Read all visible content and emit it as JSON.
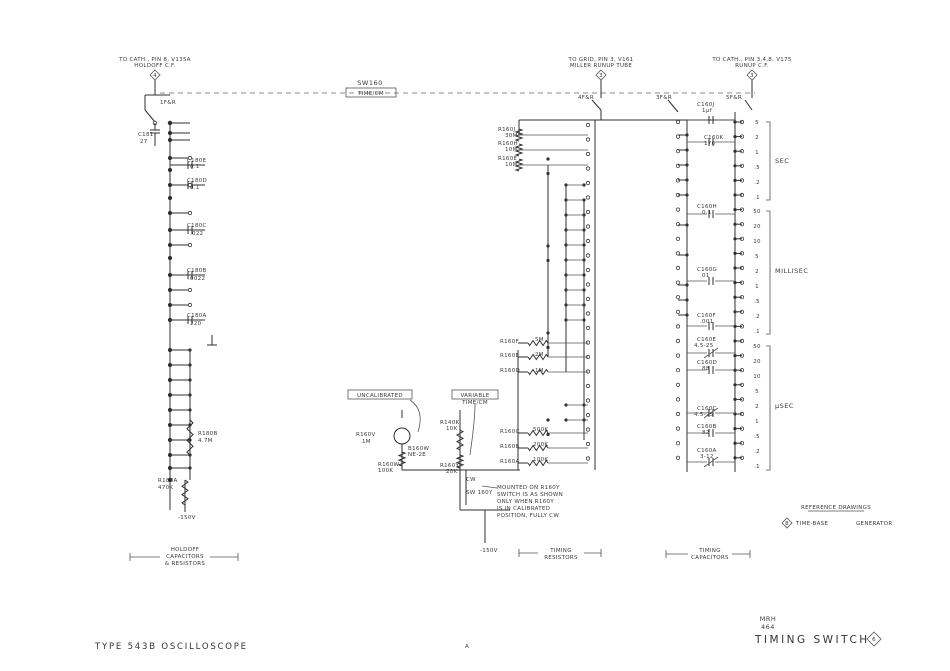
{
  "top_refs": {
    "left_title": "TO CATH., PIN 8, V135A",
    "left_sub": "HOLDOFF C.F.",
    "left_marker": "4",
    "mid_title": "TO GRID, PIN 3, V161",
    "mid_sub": "MILLER RUNUP TUBE",
    "mid_marker": "3",
    "right_title": "TO CATH., PIN 3,4,8, V175",
    "right_sub": "RUNUP C.F.",
    "right_marker": "3"
  },
  "switch": {
    "name": "SW160",
    "label": "TIME/CM",
    "wafer_1fr": "1F&R",
    "wafer_4fr": "4F&R",
    "wafer_3fr": "3F&R",
    "wafer_5fr": "5F&R",
    "sw_off": "SW 160Y"
  },
  "holdoff": {
    "c181_name": "C181",
    "c181_val": "27",
    "caps": [
      {
        "name": "C180E",
        "value": "0.1"
      },
      {
        "name": "C180D",
        "value": "0.1"
      },
      {
        "name": "C180C",
        "value": ".022"
      },
      {
        "name": "C180B",
        "value": ".0022"
      },
      {
        "name": "C180A",
        "value": "220"
      }
    ],
    "r180b_name": "R180B",
    "r180b_val": "4.7M",
    "r180a_name": "R180A",
    "r180a_val": "470K",
    "supply": "-150V",
    "group_line1": "HOLDOFF",
    "group_line2": "CAPACITORS",
    "group_line3": "& RESISTORS"
  },
  "timing_resistors": {
    "r160j": "R160J",
    "r160j_val": "30M",
    "r160h": "R160H",
    "r160h_val": "10M",
    "r160e": "R160E",
    "r160e_val": "10M",
    "r160f": "R160F",
    "r160f_val": "5M",
    "r160e2": "R160E",
    "r160e2_val": "2M",
    "r160d": "R160D",
    "r160d_val": "1M",
    "r160c": "R160C",
    "r160c_val": "500K",
    "r160b": "R160B",
    "r160b_val": "200K",
    "r160a": "R160A",
    "r160a_val": "100K",
    "group_line1": "TIMING",
    "group_line2": "RESISTORS"
  },
  "variable": {
    "uncal_label": "UNCALIBRATED",
    "var_label_1": "VARIABLE",
    "var_label_2": "TIME/CM",
    "r160v_name": "R160V",
    "r160v_val": "1M",
    "b160w_name": "B160W",
    "b160w_val": "NE-2E",
    "r160w_name": "R160W",
    "r160w_val": "100K",
    "r140k_name": "R140K",
    "r140k_val": "10K",
    "r160y_name": "R160Y",
    "r160y_val": "20K",
    "cw": "CW",
    "note_1": "MOUNTED ON R160Y",
    "note_2": "SWITCH IS AS SHOWN",
    "note_3": "ONLY WHEN R160Y",
    "note_4": "IS IN CALIBRATED",
    "note_5": "POSITION, FULLY CW",
    "supply": "-150V"
  },
  "timing_caps": {
    "c160j": "C160J",
    "c160j_val": "1µf",
    "c160k": "C160K",
    "c160k_val": "170",
    "c160h": "C160H",
    "c160h_val": "0.1",
    "c160g": "C160G",
    "c160g_val": ".01",
    "c160f": "C160F",
    "c160f_val": ".001",
    "c160e": "C160E",
    "c160e_val": "4.5-25",
    "c160d": "C160D",
    "c160d_val": "88",
    "c160c": "C160C",
    "c160c_val": "4.5-25",
    "c160b": "C160B",
    "c160b_val": "82",
    "c160a": "C160A",
    "c160a_val": "3-12",
    "group_line1": "TIMING",
    "group_line2": "CAPACITORS"
  },
  "time_scale": {
    "sec": [
      "5",
      "2",
      "1",
      ".5",
      ".2",
      ".1"
    ],
    "sec_unit": "SEC",
    "milli": [
      "50",
      "20",
      "10",
      "5",
      "2",
      "1",
      ".5",
      ".2",
      ".1"
    ],
    "milli_unit": "MILLISEC",
    "micro": [
      "50",
      "20",
      "10",
      "5",
      "2",
      "1",
      ".5",
      ".2",
      ".1"
    ],
    "micro_unit": "µSEC"
  },
  "reference": {
    "heading": "REFERENCE DRAWINGS",
    "marker": "8",
    "item_a": "TIME-BASE",
    "item_b": "GENERATOR"
  },
  "title_block": {
    "instrument": "TYPE 543B OSCILLOSCOPE",
    "page_mark": "A",
    "drawing_code": "MRH",
    "drawing_date": "464",
    "title": "TIMING SWITCH",
    "title_marker": "6"
  }
}
